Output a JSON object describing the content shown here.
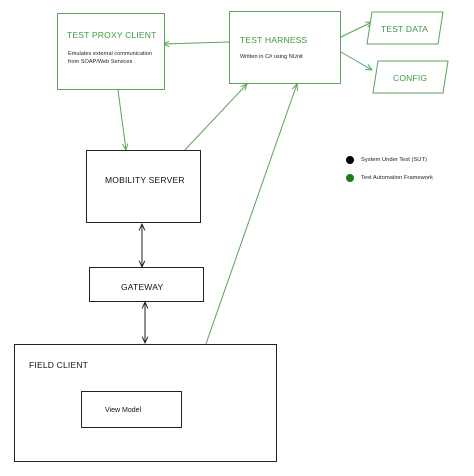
{
  "nodes": {
    "test_proxy_client": {
      "title": "TEST PROXY CLIENT",
      "description_line1": "Emulates external communication",
      "description_line2": "from SOAP/Web Services"
    },
    "test_harness": {
      "title": "TEST HARNESS",
      "description": "Written in C# using NUnit"
    },
    "test_data": {
      "label": "TEST DATA"
    },
    "config": {
      "label": "CONFIG"
    },
    "mobility_server": {
      "title": "MOBILITY SERVER"
    },
    "gateway": {
      "title": "GATEWAY"
    },
    "field_client": {
      "title": "FIELD CLIENT"
    },
    "view_model": {
      "title": "View Model"
    }
  },
  "legend": [
    {
      "label": "System Under Test (SUT)",
      "color": "#000000"
    },
    {
      "label": "Test Automation Framework",
      "color": "#1e7b1e"
    }
  ],
  "colors": {
    "framework_green": "#5aa35a",
    "sut_black": "#222222"
  }
}
